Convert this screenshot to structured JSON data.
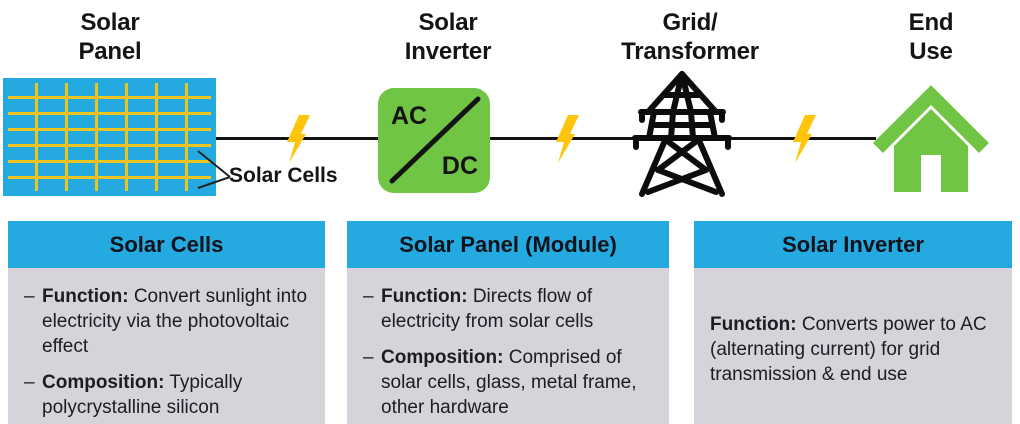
{
  "colors": {
    "cyan": "#24A9E1",
    "green": "#70C544",
    "bolt_yellow": "#FFC50A",
    "grid_yellow": "#ECC51F",
    "card_gray": "#D6D3DB",
    "line_black": "#121212"
  },
  "diagram": {
    "stages": [
      {
        "title": "Solar\nPanel",
        "icon": "solar-panel-icon"
      },
      {
        "title": "Solar\nInverter",
        "icon": "inverter-icon"
      },
      {
        "title": "Grid/\nTransformer",
        "icon": "transmission-tower-icon"
      },
      {
        "title": "End\nUse",
        "icon": "house-icon"
      }
    ],
    "solar_cells_label": "Solar Cells",
    "inverter": {
      "ac": "AC",
      "dc": "DC"
    }
  },
  "cards": [
    {
      "header": "Solar Cells",
      "bullets": [
        {
          "dash": "–",
          "label": "Function:",
          "text": "Convert sunlight into electricity via the photovoltaic effect"
        },
        {
          "dash": "–",
          "label": "Composition:",
          "text": "Typically polycrystalline silicon"
        }
      ]
    },
    {
      "header": "Solar Panel (Module)",
      "bullets": [
        {
          "dash": "–",
          "label": "Function:",
          "text": "Directs flow of electricity from solar cells"
        },
        {
          "dash": "–",
          "label": "Composition:",
          "text": "Comprised of solar cells, glass, metal frame, other hardware"
        }
      ]
    },
    {
      "header": "Solar Inverter",
      "bullets": [
        {
          "label": "Function:",
          "text": "Converts power to AC (alternating current) for grid transmission & end use"
        }
      ]
    }
  ]
}
